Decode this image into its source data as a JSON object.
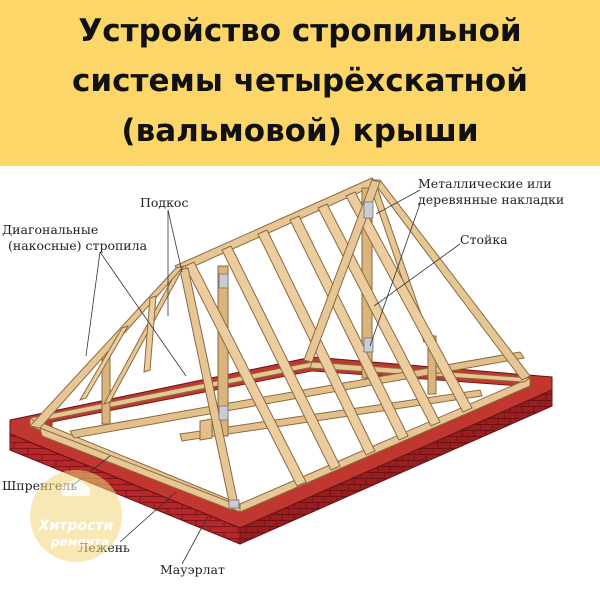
{
  "title": {
    "line1": "Устройство стропильной",
    "line2": "системы четырёхскатной",
    "line3": "(вальмовой) крыши"
  },
  "labels": {
    "podkos": "Подкос",
    "diagonal_line1": "Диагональные",
    "diagonal_line2": "(накосные) стропила",
    "nakladki_line1": "Металлические или",
    "nakladki_line2": "деревянные накладки",
    "stoyka": "Стойка",
    "shprengel": "Шпренгель",
    "lezhen": "Лежень",
    "mauerlat": "Мауэрлат"
  },
  "watermark": {
    "line1": "Хитрости",
    "line2": "ремонта"
  },
  "colors": {
    "header_bg": "#fdd66a",
    "brick": "#b8252a",
    "brick_dark": "#7e1517",
    "timber": "#e7c696",
    "timber_edge": "#8a6a3c",
    "bracket": "#c9ccd0"
  }
}
